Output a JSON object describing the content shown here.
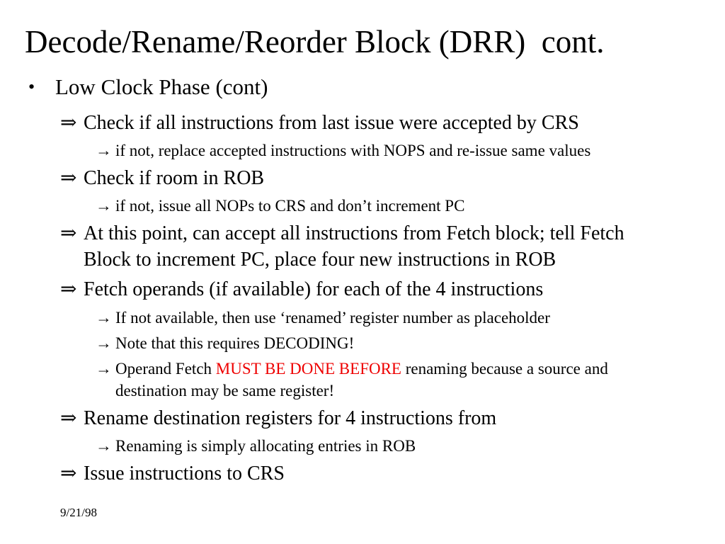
{
  "slide": {
    "background": "#ffffff",
    "text_color": "#000000",
    "highlight_color": "#ee0000",
    "title": "Decode/Rename/Reorder Block (DRR)  cont.",
    "glyphs": {
      "level1": "•",
      "level2": "⇒",
      "level3": "→"
    },
    "level1_bullet": "Low Clock Phase (cont)",
    "items": [
      {
        "level": 2,
        "text": "Check if all instructions from last issue were accepted by CRS"
      },
      {
        "level": 3,
        "text": "if not, replace accepted instructions with NOPS and re-issue same values"
      },
      {
        "level": 2,
        "text": "Check if room in ROB"
      },
      {
        "level": 3,
        "text": "if not, issue all NOPs to CRS and don’t increment PC"
      },
      {
        "level": 2,
        "text": "At this point, can accept all instructions from Fetch block; tell Fetch\nBlock to increment PC, place four new instructions in ROB"
      },
      {
        "level": 2,
        "text": "Fetch operands (if available) for each of the 4 instructions"
      },
      {
        "level": 3,
        "text": "If not available, then use ‘renamed’ register number as placeholder"
      },
      {
        "level": 3,
        "text": "Note that this requires DECODING!"
      },
      {
        "level": 3,
        "prefix": "Operand Fetch ",
        "highlight": "MUST BE DONE BEFORE",
        "suffix": " renaming because a source and\ndestination may be same register!"
      },
      {
        "level": 2,
        "text": "Rename destination registers for 4 instructions from"
      },
      {
        "level": 3,
        "text": "Renaming is simply allocating entries in ROB"
      },
      {
        "level": 2,
        "text": "Issue instructions to CRS"
      }
    ],
    "footer_date": "9/21/98"
  }
}
